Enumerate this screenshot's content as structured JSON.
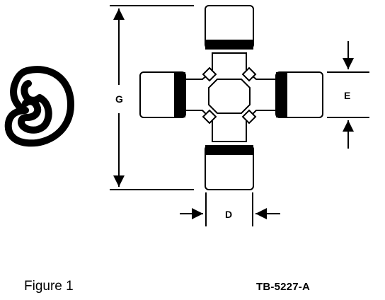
{
  "figure": {
    "caption": "Figure 1",
    "code": "TB-5227-A"
  },
  "dimensions": {
    "g": "G",
    "e": "E",
    "d": "D"
  },
  "colors": {
    "ink": "#000000",
    "paper": "#ffffff"
  }
}
